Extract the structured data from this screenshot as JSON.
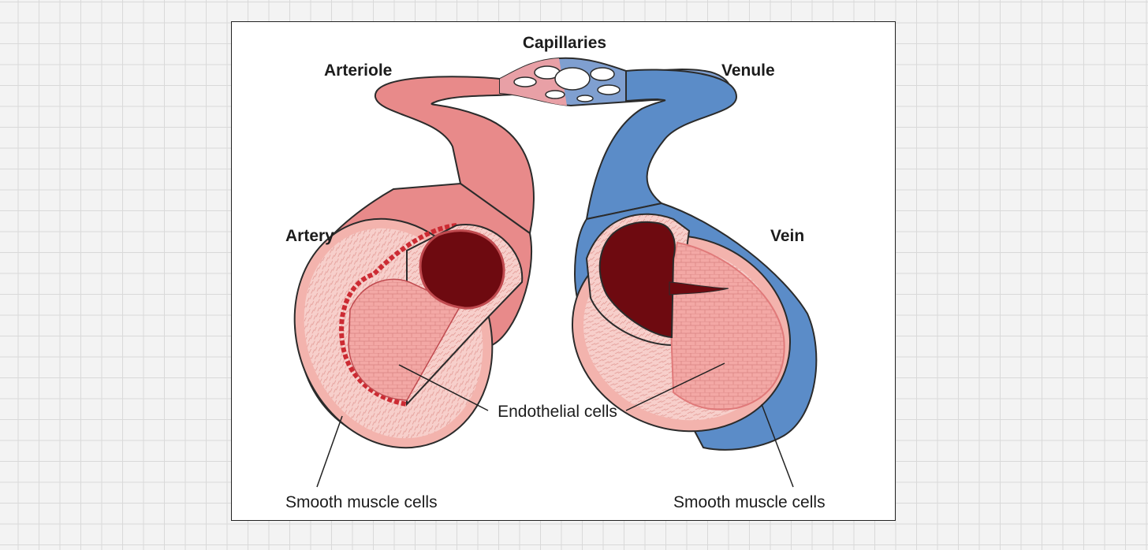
{
  "labels": {
    "capillaries": "Capillaries",
    "arteriole": "Arteriole",
    "venule": "Venule",
    "artery": "Artery",
    "vein": "Vein",
    "endothelial": "Endothelial cells",
    "smooth_left": "Smooth muscle cells",
    "smooth_right": "Smooth muscle cells"
  },
  "colors": {
    "artery_outer": "#e88a8a",
    "artery_light": "#f6c4c1",
    "vein_outer": "#5b8cc8",
    "lumen": "#6e0a10",
    "endothelium": "#f2a3a1",
    "wavy_layer": "#cc2b33"
  }
}
